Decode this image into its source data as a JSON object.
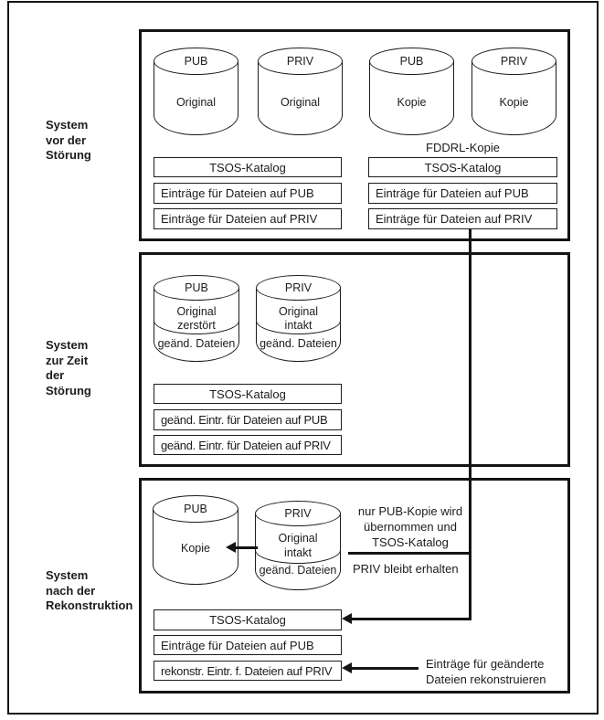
{
  "side_labels": {
    "before": "System\nvor der\nStörung",
    "during": "System\nzur Zeit\nder\nStörung",
    "after": "System\nnach der\nRekonstruktion"
  },
  "before": {
    "cyl_pub_original": {
      "name": "PUB",
      "content": "Original"
    },
    "cyl_priv_original": {
      "name": "PRIV",
      "content": "Original"
    },
    "cyl_pub_copy": {
      "name": "PUB",
      "content": "Kopie"
    },
    "cyl_priv_copy": {
      "name": "PRIV",
      "content": "Kopie"
    },
    "fddrl_label": "FDDRL-Kopie",
    "catalog_original": {
      "title": "TSOS-Katalog",
      "row_pub": "Einträge für Dateien auf PUB",
      "row_priv": "Einträge für Dateien auf PRIV"
    },
    "catalog_copy": {
      "title": "TSOS-Katalog",
      "row_pub": "Einträge für Dateien auf PUB",
      "row_priv": "Einträge für Dateien auf PRIV"
    }
  },
  "during": {
    "cyl_pub": {
      "name": "PUB",
      "line1": "Original",
      "line2": "zerstört",
      "line3": "geänd. Dateien"
    },
    "cyl_priv": {
      "name": "PRIV",
      "line1": "Original",
      "line2": "intakt",
      "line3": "geänd. Dateien"
    },
    "catalog": {
      "title": "TSOS-Katalog",
      "row_pub": "geänd. Eintr. für Dateien auf PUB",
      "row_priv": "geänd. Eintr. für Dateien auf PRIV"
    }
  },
  "after": {
    "cyl_pub": {
      "name": "PUB",
      "content": "Kopie"
    },
    "cyl_priv": {
      "name": "PRIV",
      "line1": "Original",
      "line2": "intakt",
      "line3": "geänd. Dateien"
    },
    "note_copy": "nur PUB-Kopie wird\nübernommen und\nTSOS-Katalog",
    "note_priv": "PRIV bleibt erhalten",
    "note_reconstruct": "Einträge für geänderte\nDateien rekonstruieren",
    "catalog": {
      "title": "TSOS-Katalog",
      "row_pub": "Einträge für Dateien auf PUB",
      "row_priv": "rekonstr. Eintr. f. Dateien auf PRIV"
    }
  }
}
